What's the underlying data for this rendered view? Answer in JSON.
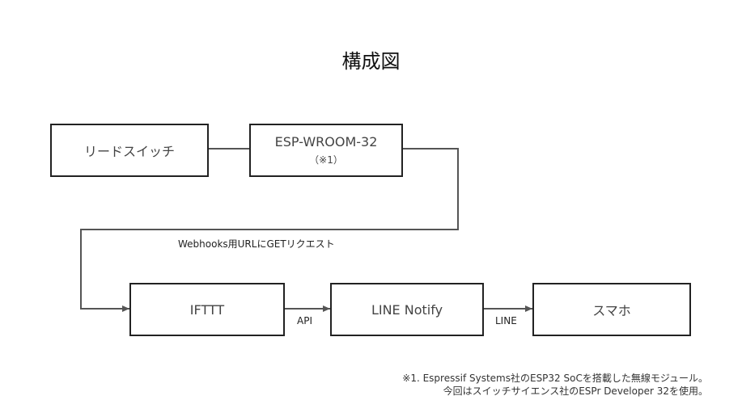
{
  "title": "構成図",
  "nodes": {
    "reed_switch": "リードスイッチ",
    "esp32": {
      "name": "ESP-WROOM-32",
      "note": "（※1）"
    },
    "ifttt": "IFTTT",
    "line_notify": "LINE Notify",
    "smartphone": "スマホ"
  },
  "edges": {
    "esp_to_ifttt": "Webhooks用URLにGETリクエスト",
    "ifttt_to_line": "API",
    "line_to_phone": "LINE"
  },
  "footnote": {
    "line1": "※1. Espressif Systems社のESP32 SoCを搭載した無線モジュール。",
    "line2": "今回はスイッチサイエンス社のESPr Developer 32を使用。"
  }
}
